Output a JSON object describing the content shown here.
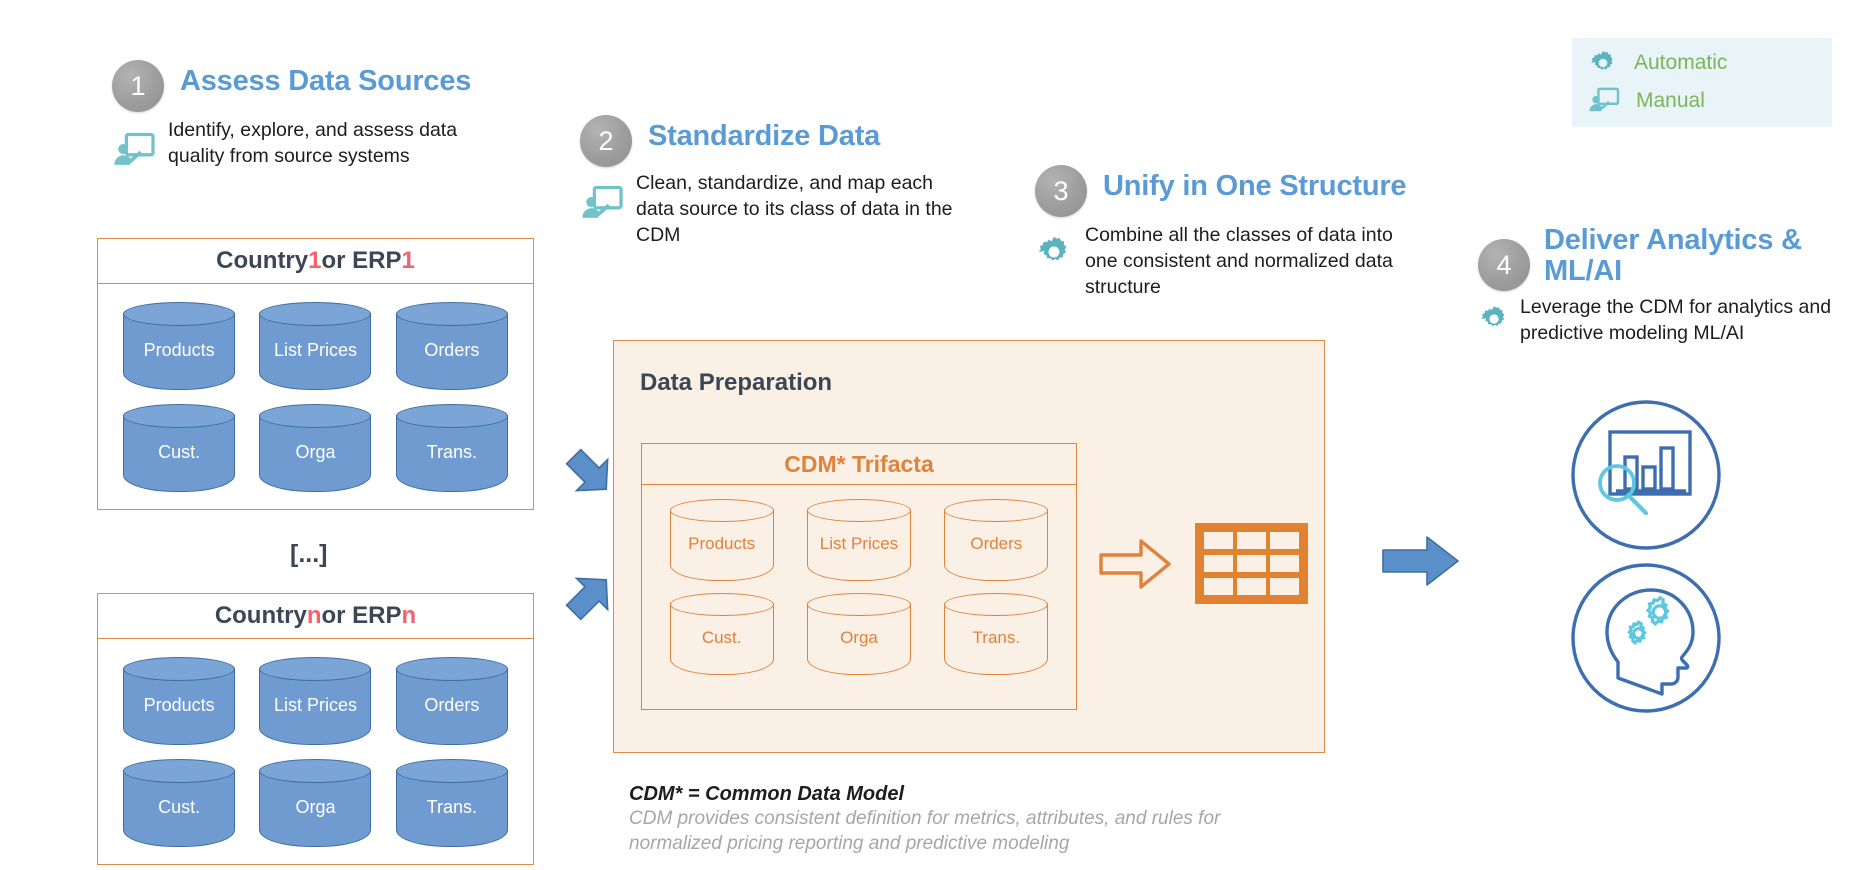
{
  "legend": {
    "items": [
      {
        "label": "Automatic",
        "icon": "gear-icon"
      },
      {
        "label": "Manual",
        "icon": "presenter-board-icon"
      }
    ],
    "background": "#e8f4f7",
    "label_color": "#7ab55c",
    "icon_color": "#5bb3bf"
  },
  "steps": [
    {
      "number": "1",
      "title": "Assess Data Sources",
      "description": "Identify, explore, and assess data quality from source systems",
      "icon": "presenter-board-icon",
      "mode": "Manual"
    },
    {
      "number": "2",
      "title": "Standardize Data",
      "description": "Clean, standardize, and map each data source to its class of data in the CDM",
      "icon": "presenter-board-icon",
      "mode": "Manual"
    },
    {
      "number": "3",
      "title": "Unify in One Structure",
      "description": "Combine all the classes of data into one consistent and normalized data structure",
      "icon": "gear-icon",
      "mode": "Automatic"
    },
    {
      "number": "4",
      "title": "Deliver Analytics & ML/AI",
      "description": "Leverage the CDM for analytics and predictive modeling ML/AI",
      "icon": "gear-icon",
      "mode": "Automatic"
    }
  ],
  "sources": {
    "ellipsis": "[...]",
    "boxes": [
      {
        "title_prefix": "Country ",
        "title_index": "1",
        "title_middle": " or ERP ",
        "title_index2": "1",
        "tables": [
          "Products",
          "List Prices",
          "Orders",
          "Cust.",
          "Orga",
          "Trans."
        ]
      },
      {
        "title_prefix": "Country ",
        "title_index": "n",
        "title_middle": " or ERP ",
        "title_index2": "n",
        "tables": [
          "Products",
          "List Prices",
          "Orders",
          "Cust.",
          "Orga",
          "Trans."
        ]
      }
    ]
  },
  "data_prep": {
    "title": "Data Preparation",
    "cdm_title": "CDM* Trifacta",
    "tables": [
      "Products",
      "List Prices",
      "Orders",
      "Cust.",
      "Orga",
      "Trans."
    ],
    "output_icon": "table-grid-icon",
    "transform_arrow_icon": "arrow-right-outline-icon"
  },
  "footnote": {
    "title": "CDM* = Common Data Model",
    "line1": "CDM provides consistent definition for metrics, attributes, and rules for",
    "line2": "normalized pricing reporting and predictive modeling"
  },
  "outputs": {
    "icons": [
      {
        "name": "analytics-chart-search-icon"
      },
      {
        "name": "ai-head-gears-icon"
      }
    ],
    "arrow_icon": "arrow-right-solid-icon"
  },
  "colors": {
    "accent_blue": "#5b9bd5",
    "orange": "#e0823c",
    "teal": "#5bb3bf",
    "green": "#7ab55c",
    "red": "#f4636b",
    "cream": "#fbf0e5",
    "cyl_blue": "#6f9bd1"
  }
}
